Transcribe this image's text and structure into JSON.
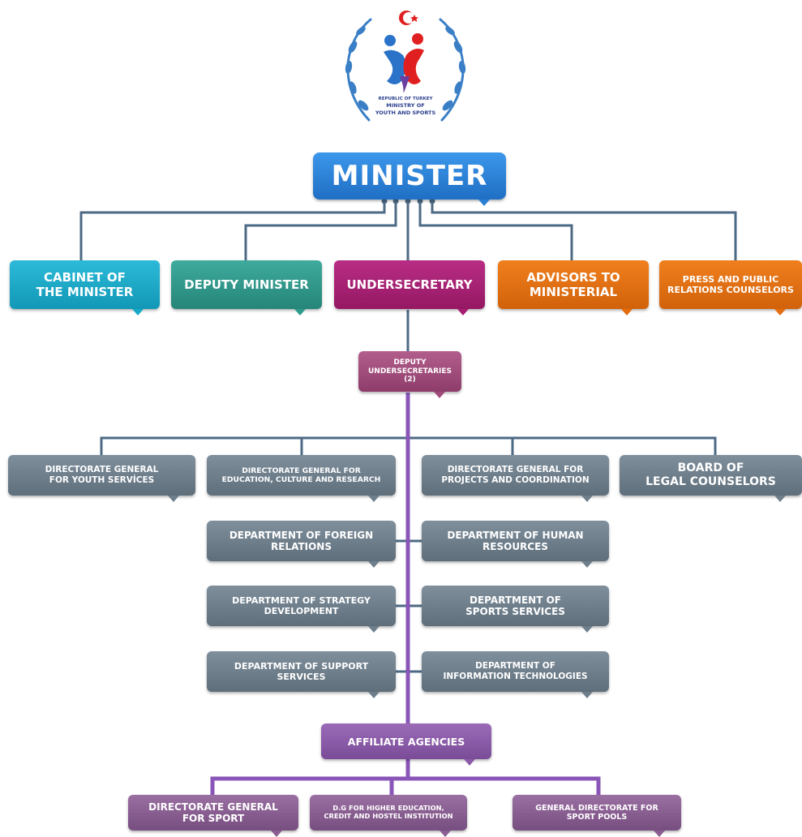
{
  "logo": {
    "line1": "REPUBLIC OF TURKEY",
    "line2": "MINISTRY OF",
    "line3": "YOUTH AND SPORTS"
  },
  "minister": "MINISTER",
  "level1": {
    "cabinet": [
      "CABINET OF",
      "THE MINISTER"
    ],
    "deputy_minister": "DEPUTY MINISTER",
    "undersecretary": "UNDERSECRETARY",
    "advisors": [
      "ADVISORS TO",
      "MINISTERIAL"
    ],
    "press": [
      "PRESS AND PUBLIC",
      "RELATIONS COUNSELORS"
    ]
  },
  "deputy_undersecretaries": [
    "DEPUTY",
    "UNDERSECRETARIES",
    "(2)"
  ],
  "directorates": {
    "youth": [
      "DIRECTORATE GENERAL",
      "FOR YOUTH SERVİCES"
    ],
    "education": [
      "DIRECTORATE GENERAL FOR",
      "EDUCATION, CULTURE AND RESEARCH"
    ],
    "projects": [
      "DIRECTORATE GENERAL FOR",
      "PROJECTS AND COORDINATION"
    ],
    "legal": [
      "BOARD OF",
      "LEGAL COUNSELORS"
    ]
  },
  "departments": {
    "foreign": [
      "DEPARTMENT OF FOREIGN",
      "RELATIONS"
    ],
    "human": [
      "DEPARTMENT OF HUMAN",
      "RESOURCES"
    ],
    "strategy": [
      "DEPARTMENT OF STRATEGY",
      "DEVELOPMENT"
    ],
    "sports_services": [
      "DEPARTMENT OF",
      "SPORTS SERVICES"
    ],
    "support": [
      "DEPARTMENT OF SUPPORT",
      "SERVICES"
    ],
    "it": [
      "DEPARTMENT OF",
      "INFORMATION TECHNOLOGIES"
    ]
  },
  "affiliate": "AFFILIATE AGENCIES",
  "agencies": {
    "sport": [
      "DIRECTORATE GENERAL",
      "FOR SPORT"
    ],
    "higher_ed": [
      "D.G FOR HIGHER EDUCATION,",
      "CREDIT AND HOSTEL INSTITUTION"
    ],
    "pools": [
      "GENERAL DIRECTORATE FOR",
      "SPORT POOLS"
    ]
  },
  "colors": {
    "minister": "#2a7fd4",
    "cabinet": "#18a9c9",
    "deputy_minister": "#2f9a8d",
    "undersecretary": "#a61e72",
    "advisors": "#e46d0f",
    "press": "#e46d0f",
    "deputy_undersecretaries": "#a04a7b",
    "directorates": "#6e7e8b",
    "affiliate": "#8a5aa8",
    "agencies": "#8a5e92",
    "connector_slate": "#4d6a85",
    "connector_purple": "#8a55b8"
  }
}
